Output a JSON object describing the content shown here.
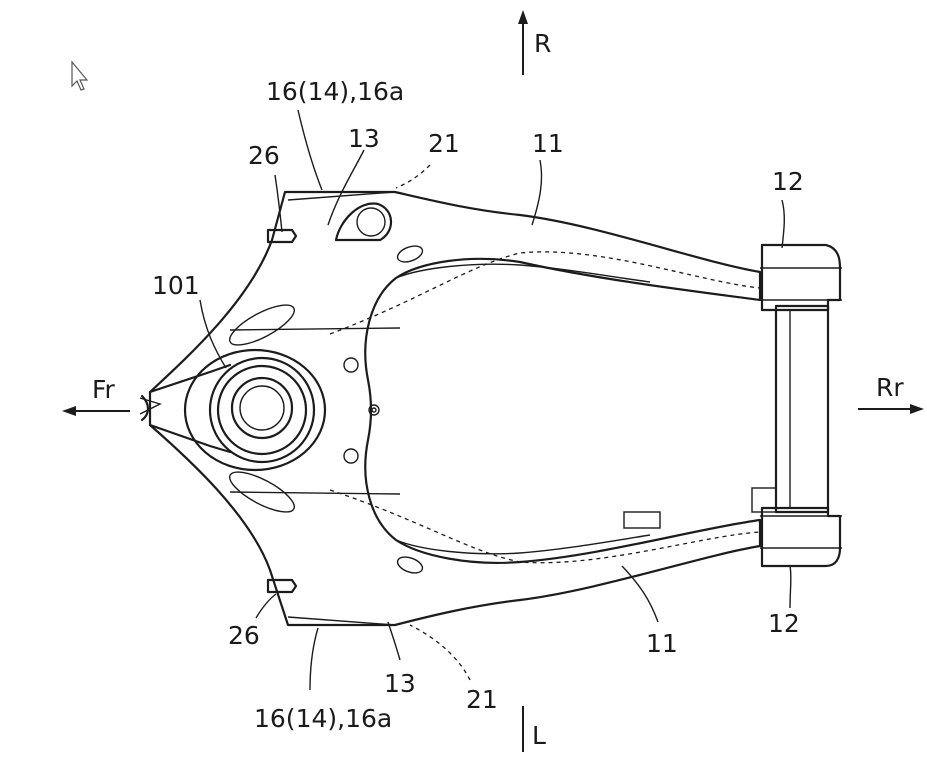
{
  "labels": {
    "dir_right": "R",
    "dir_left": "L",
    "dir_front": "Fr",
    "dir_rear": "Rr",
    "body": "101",
    "arm_upper": "11",
    "arm_lower": "11",
    "bushing_upper": "12",
    "bushing_lower": "12",
    "flange_upper": "13",
    "flange_lower": "13",
    "weld_upper": "21",
    "weld_lower": "21",
    "tab_upper": "26",
    "tab_lower": "26",
    "plate_upper": "16(14),16a",
    "plate_lower": "16(14),16a"
  },
  "colors": {
    "line": "#1c1c1c",
    "background": "#ffffff"
  }
}
